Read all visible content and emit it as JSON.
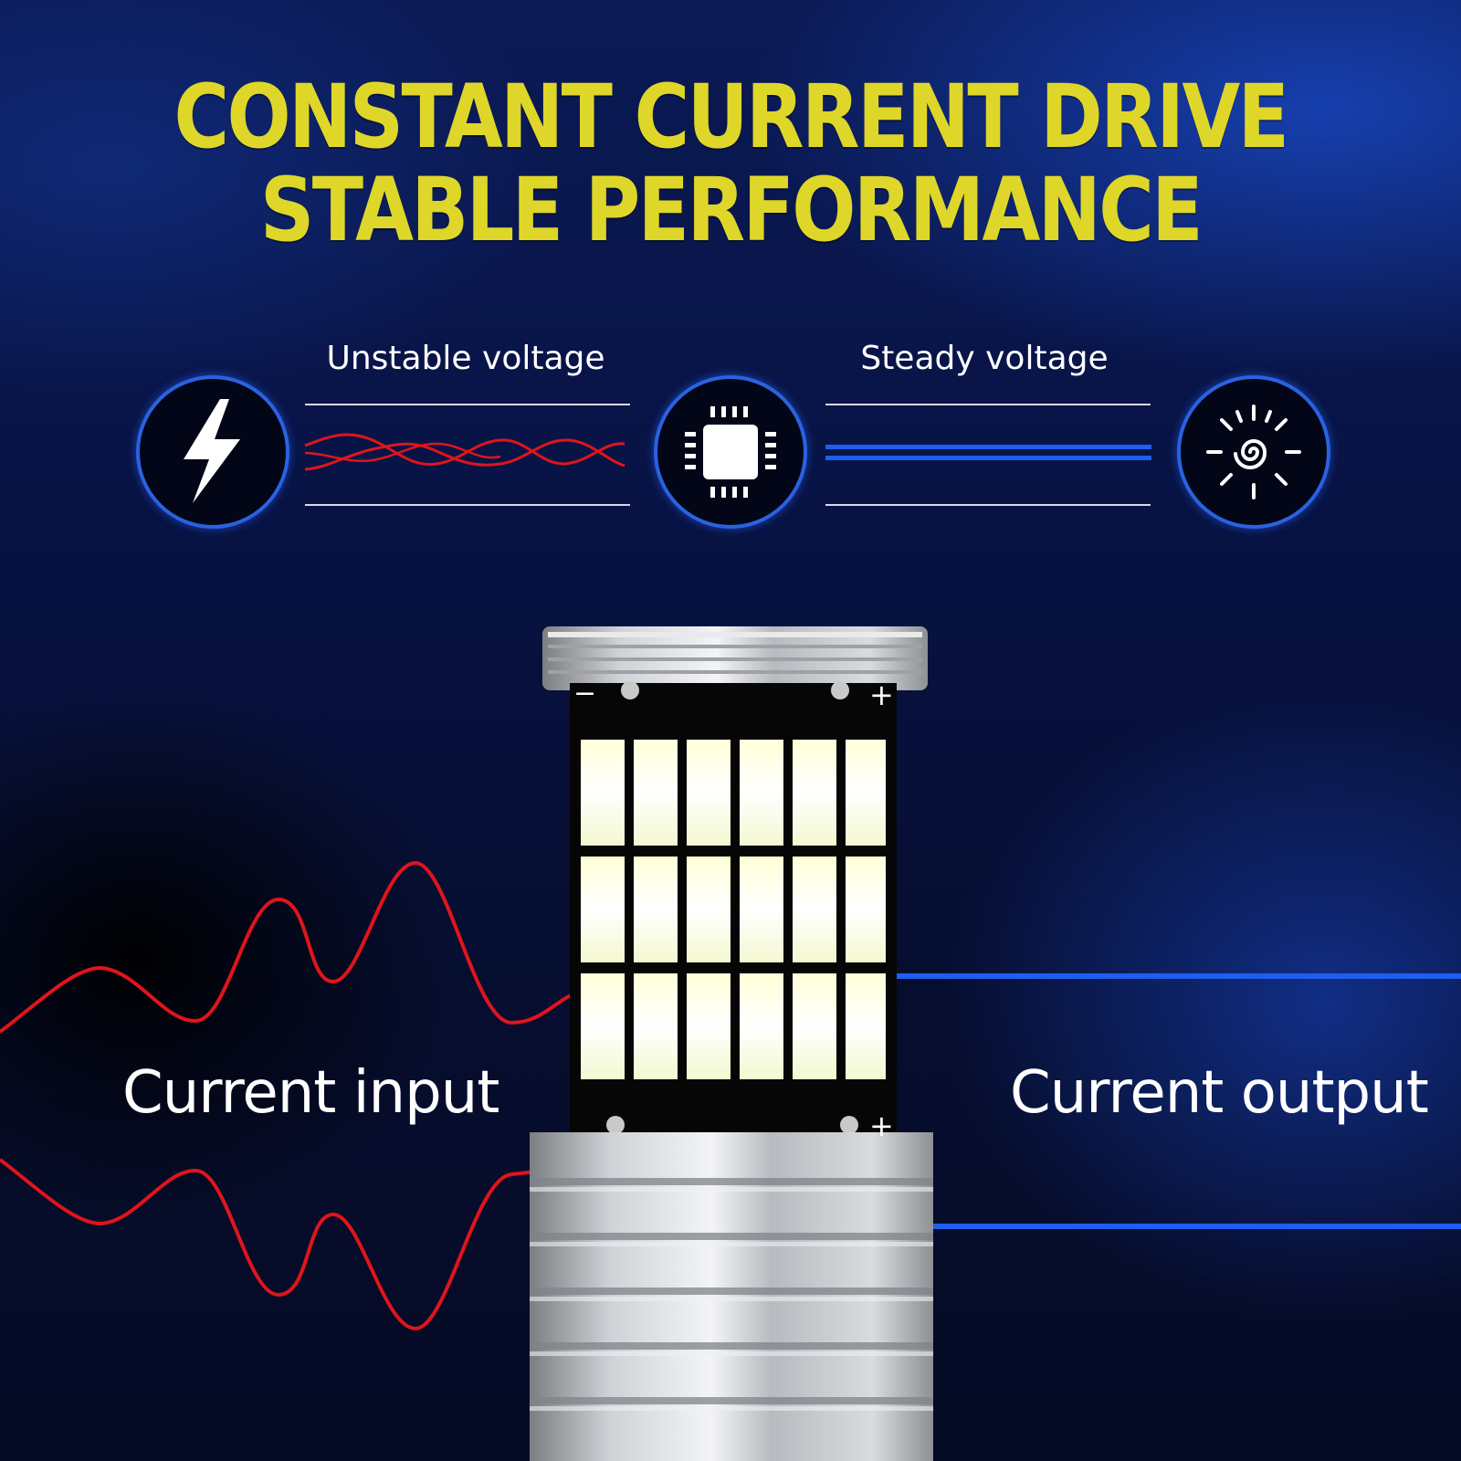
{
  "headline": {
    "line1": "CONSTANT CURRENT DRIVE",
    "line2": "STABLE PERFORMANCE"
  },
  "diagram": {
    "left_label": "Unstable voltage",
    "right_label": "Steady voltage",
    "icons": [
      "lightning-icon",
      "chip-icon",
      "sun-icon"
    ]
  },
  "io": {
    "input_label": "Current input",
    "output_label": "Current output"
  },
  "bulb": {
    "minus_sign": "−",
    "plus_sign": "+"
  },
  "colors": {
    "headline": "#dfd62a",
    "unstable_wave": "#e0141c",
    "steady_line": "#1e5ef0",
    "icon_ring": "#2a62e0"
  }
}
